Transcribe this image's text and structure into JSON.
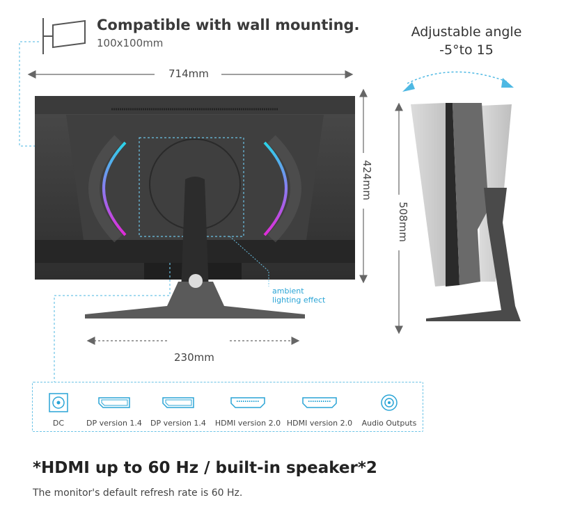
{
  "header": {
    "title": "Compatible with wall mounting.",
    "subtitle": "100x100mm"
  },
  "angle": {
    "line1": "Adjustable angle",
    "line2": "-5°to 15"
  },
  "dimensions": {
    "width": "714mm",
    "height_screen": "424mm",
    "height_total": "508mm",
    "base_width": "230mm"
  },
  "ambient": {
    "line1": "ambient",
    "line2": "lighting effect"
  },
  "ports": [
    {
      "label": "DC",
      "icon": "dc-power-icon"
    },
    {
      "label": "DP version 1.4",
      "icon": "displayport-icon"
    },
    {
      "label": "DP version 1.4",
      "icon": "displayport-icon"
    },
    {
      "label": "HDMI version 2.0",
      "icon": "hdmi-icon"
    },
    {
      "label": "HDMI version 2.0",
      "icon": "hdmi-icon"
    },
    {
      "label": "Audio Outputs",
      "icon": "audio-jack-icon"
    }
  ],
  "footer": {
    "title": "*HDMI up to 60 Hz /  built-in speaker*2",
    "subtitle": "The monitor's default refresh rate is 60 Hz."
  },
  "colors": {
    "accent": "#29a4d6",
    "monitor_dark": "#3a3a3a"
  }
}
